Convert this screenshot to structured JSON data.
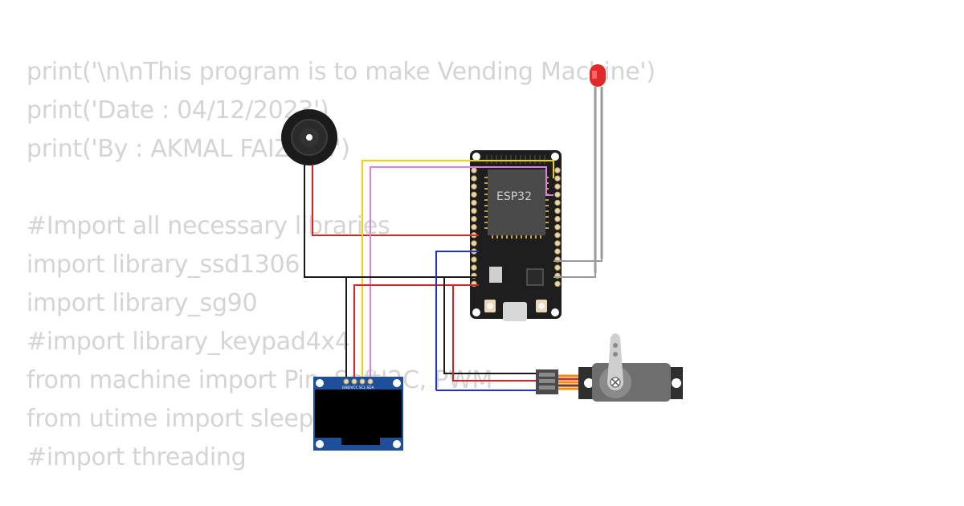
{
  "code": {
    "lines": [
      "print('\\n\\nThis program is to make Vending Machine')",
      "print('Date : 04/12/2023')",
      "print('By : AKMAL FAIZ bin')",
      "",
      "#Import all necessary libraries",
      "import library_ssd1306",
      "import library_sg90",
      "#import library_keypad4x4",
      "from machine import Pin, SoftI2C, PWM",
      "from utime import sleep",
      "#import threading"
    ]
  },
  "board": {
    "label": "ESP32"
  },
  "oled": {
    "pins": [
      "GND",
      "VCC",
      "SCL",
      "SDA"
    ]
  },
  "wire_colors": {
    "gnd": "#1a1a1a",
    "power": "#e01f1f",
    "scl": "#f2d200",
    "sda": "#e07fe0",
    "signal_blue": "#1f2fd6",
    "led_gray": "#9a9a9a",
    "servo_orange": "#ff8a00"
  }
}
